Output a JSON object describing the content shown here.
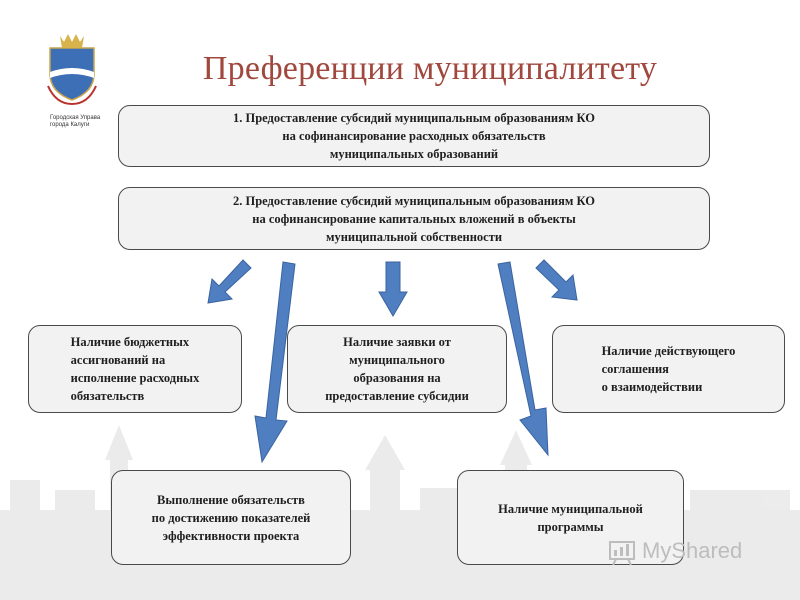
{
  "logo": {
    "caption": "Городская Управа\nгорода Калуги"
  },
  "title": "Преференции муниципалитету",
  "boxes": {
    "box1": "1. Предоставление субсидий муниципальным образованиям КО\nна софинансирование расходных обязательств\nмуниципальных образований",
    "box2": "2. Предоставление субсидий муниципальным образованиям КО\nна софинансирование капитальных вложений в объекты\nмуниципальной собственности",
    "box3": "Наличие бюджетных\nассигнований на\nисполнение расходных\nобязательств",
    "box4": "Наличие заявки от\nмуниципального\nобразования на\nпредоставление субсидии",
    "box5": "Наличие действующего\nсоглашения\nо взаимодействии",
    "box6": "Выполнение обязательств\nпо достижению показателей\nэффективности проекта",
    "box7": "Наличие муниципальной\nпрограммы"
  },
  "watermark": "MyShared",
  "colors": {
    "title": "#a1483e",
    "arrow": "#4f7fc0",
    "arrow_border": "#3a63a0",
    "box_bg": "#f2f2f2"
  }
}
